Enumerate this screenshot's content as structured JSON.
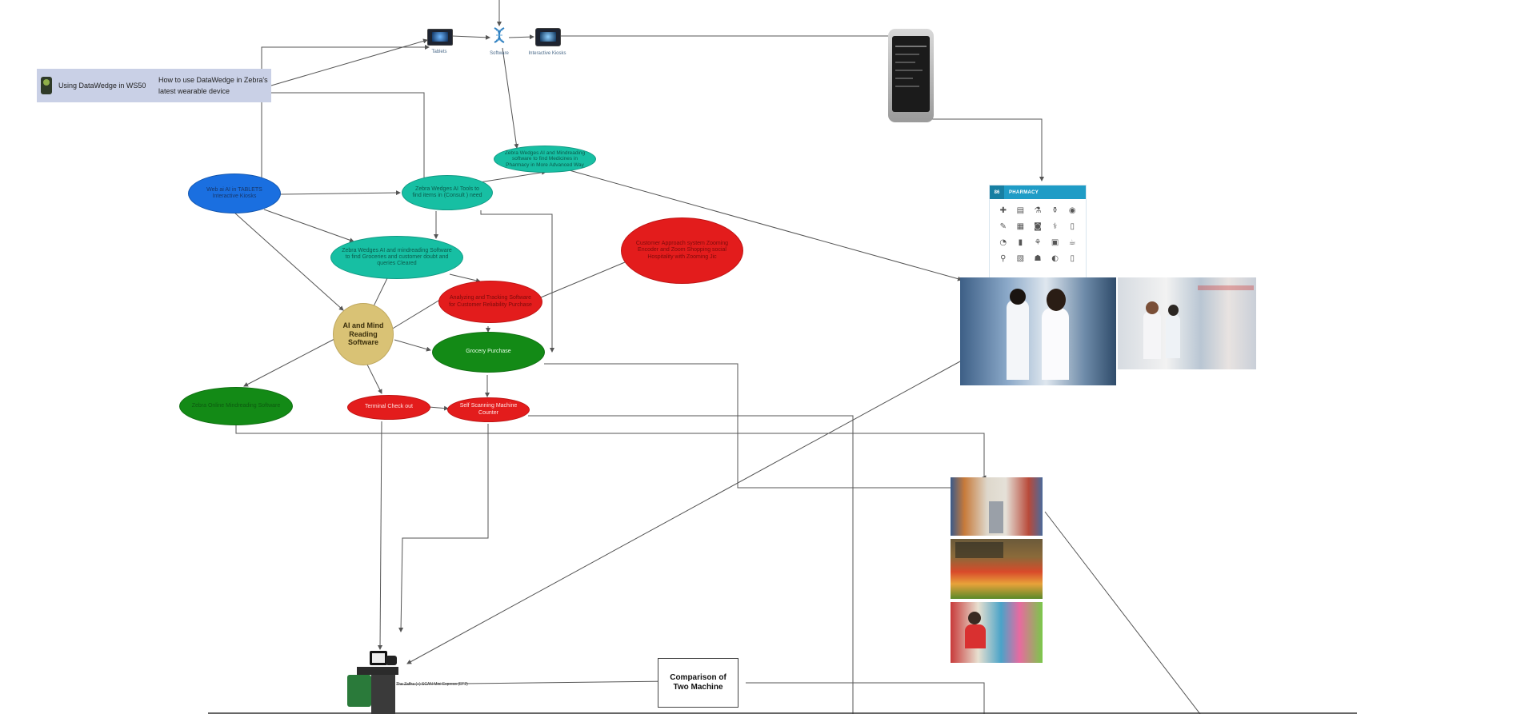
{
  "colors": {
    "blue_node": "#1a6fe0",
    "teal_node": "#17bfa3",
    "red_node": "#e31c1c",
    "green_node": "#138a16",
    "gold_node": "#d9c275",
    "connector": "#555555",
    "banner": "#c9d0e6",
    "pharmacy_header": "#1f9cc6"
  },
  "devices": {
    "tablets_label": "Tablets",
    "software_label": "Software",
    "kiosks_label": "Interactive Kiosks"
  },
  "datawedge": {
    "title": "Using DataWedge in WS50",
    "description": "How to use DataWedge in Zebra's latest wearable device"
  },
  "nodes": {
    "ai_tablets": "Web ai AI in TABLETS Interactive Kiosks",
    "ai_tools_items": "Zebra Wedges AI Tools to find items in (Consult ) need",
    "pharmacy_ai": "Zebra Wedges AI and Mindreading software to find Medicines in Pharmacy in More Advanced Way",
    "groceries_ai": "Zebra Wedges AI and mindreading Software to find Groceries and customer doubt and queries Cleared",
    "customer_approach": "Customer Approach system Zooming Encoder and Zoom Shopping social Hospitality with Zooming Jic",
    "analyzing_tracking": "Analyzing and Tracking Software for Customer Reliability Purchase",
    "ai_mind_reading": "AI and Mind Reading Software",
    "grocery_purchase": "Grocery Purchase",
    "online_mindreading": "Zebra Online Mindreading Software",
    "terminal_checkout": "Terminal Check out",
    "self_scanning": "Self Scanning Machine Counter"
  },
  "pharmacy_card": {
    "number": "86",
    "title": "PHARMACY",
    "icons": [
      "✚",
      "▤",
      "⚗",
      "⚱",
      "◉",
      "✎",
      "▦",
      "◙",
      "⚕",
      "▯",
      "◔",
      "▮",
      "⚘",
      "▣",
      "☕",
      "⚲",
      "▧",
      "☗",
      "◐",
      "▯"
    ]
  },
  "comparison": {
    "title": "Comparison  of Two Machine"
  },
  "kiosk_caption": "The Zaffra (+) SCAN Mini Express (EF2)"
}
